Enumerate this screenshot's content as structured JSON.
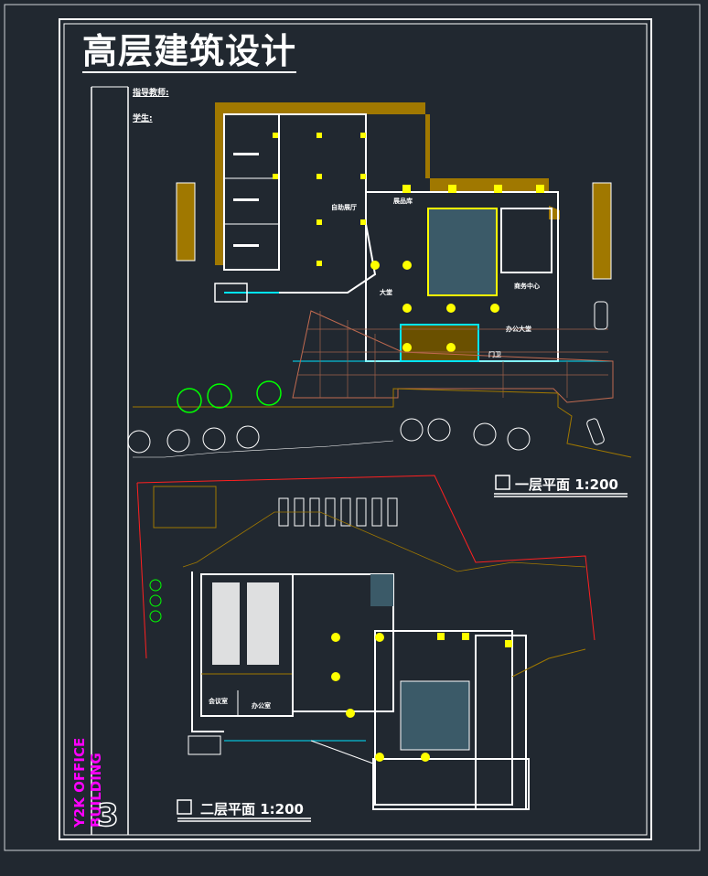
{
  "title": "高层建筑设计",
  "info": {
    "advisor_label": "指导教师:",
    "student_label": "学生:"
  },
  "side": {
    "building_name": "Y2K OFFICE BUILDING",
    "sheet_number": "3"
  },
  "plans": [
    {
      "name": "一层平面 1:200",
      "rooms": [
        "自助展厅",
        "展品库",
        "大堂",
        "商务中心",
        "办公大堂",
        "门卫"
      ]
    },
    {
      "name": "二层平面 1:200",
      "rooms": [
        "会议室",
        "办公室"
      ]
    }
  ],
  "colors": {
    "background": "#212830",
    "wall": "#ffffff",
    "hatch": "#a07800",
    "column": "#ffff00",
    "glass": "#00e5ff",
    "tree": "#00ff00",
    "magenta": "#ff00ff",
    "red": "#ff2020"
  }
}
